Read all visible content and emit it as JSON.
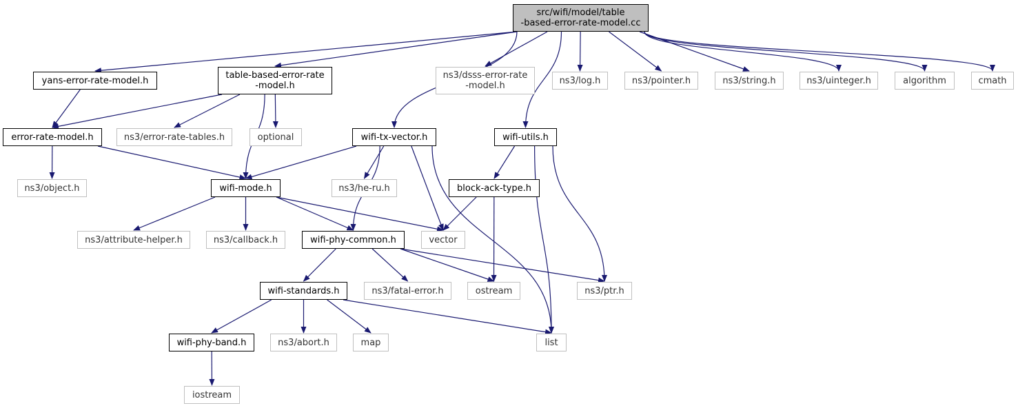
{
  "diagram": {
    "edge_color": "#191970",
    "root_fill": "#bfbfbf",
    "external_border": "#bfbfbf",
    "nodes": {
      "root": "src/wifi/model/table\n-based-error-rate-model.cc",
      "yans": "yans-error-rate-model.h",
      "tbl": "table-based-error-rate\n-model.h",
      "dsss": "ns3/dsss-error-rate\n-model.h",
      "log": "ns3/log.h",
      "pointer": "ns3/pointer.h",
      "string": "ns3/string.h",
      "uinteger": "ns3/uinteger.h",
      "algorithm": "algorithm",
      "cmath": "cmath",
      "erm": "error-rate-model.h",
      "ert": "ns3/error-rate-tables.h",
      "optional": "optional",
      "txv": "wifi-tx-vector.h",
      "utils": "wifi-utils.h",
      "object": "ns3/object.h",
      "mode": "wifi-mode.h",
      "heru": "ns3/he-ru.h",
      "back": "block-ack-type.h",
      "attr": "ns3/attribute-helper.h",
      "callback": "ns3/callback.h",
      "common": "wifi-phy-common.h",
      "vector": "vector",
      "standards": "wifi-standards.h",
      "fatal": "ns3/fatal-error.h",
      "ostream": "ostream",
      "ptr": "ns3/ptr.h",
      "band": "wifi-phy-band.h",
      "abort": "ns3/abort.h",
      "map": "map",
      "list": "list",
      "iostream": "iostream"
    },
    "edges": [
      [
        "root",
        "yans"
      ],
      [
        "root",
        "tbl"
      ],
      [
        "root",
        "dsss"
      ],
      [
        "root",
        "log"
      ],
      [
        "root",
        "pointer"
      ],
      [
        "root",
        "string"
      ],
      [
        "root",
        "uinteger"
      ],
      [
        "root",
        "algorithm"
      ],
      [
        "root",
        "cmath"
      ],
      [
        "root",
        "txv"
      ],
      [
        "root",
        "utils"
      ],
      [
        "yans",
        "erm"
      ],
      [
        "tbl",
        "erm"
      ],
      [
        "tbl",
        "ert"
      ],
      [
        "tbl",
        "optional"
      ],
      [
        "tbl",
        "mode"
      ],
      [
        "erm",
        "object"
      ],
      [
        "erm",
        "mode"
      ],
      [
        "txv",
        "mode"
      ],
      [
        "txv",
        "heru"
      ],
      [
        "txv",
        "common"
      ],
      [
        "txv",
        "vector"
      ],
      [
        "txv",
        "list"
      ],
      [
        "utils",
        "back"
      ],
      [
        "utils",
        "ptr"
      ],
      [
        "utils",
        "list"
      ],
      [
        "mode",
        "attr"
      ],
      [
        "mode",
        "callback"
      ],
      [
        "mode",
        "common"
      ],
      [
        "mode",
        "vector"
      ],
      [
        "back",
        "vector"
      ],
      [
        "back",
        "ostream"
      ],
      [
        "common",
        "standards"
      ],
      [
        "common",
        "fatal"
      ],
      [
        "common",
        "ostream"
      ],
      [
        "common",
        "ptr"
      ],
      [
        "standards",
        "band"
      ],
      [
        "standards",
        "abort"
      ],
      [
        "standards",
        "map"
      ],
      [
        "standards",
        "list"
      ],
      [
        "band",
        "iostream"
      ]
    ]
  }
}
